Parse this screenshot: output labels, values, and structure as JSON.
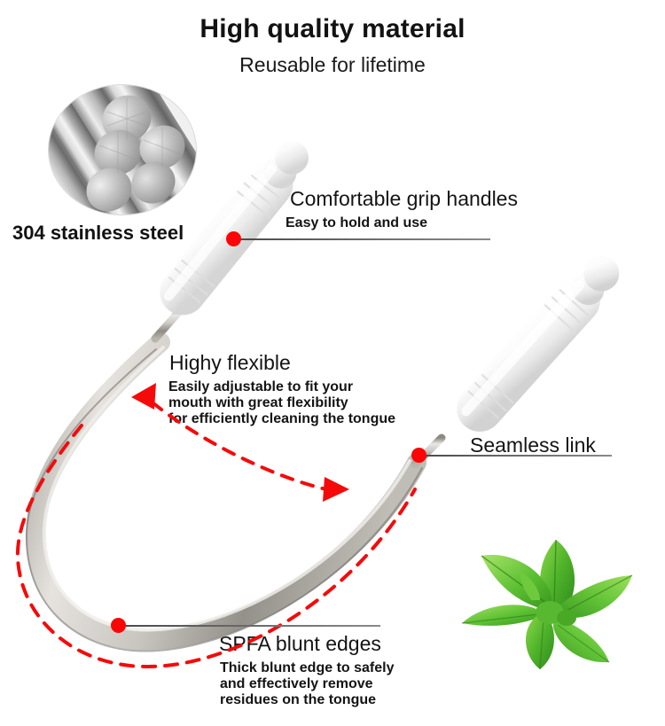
{
  "header": {
    "title": "High quality material",
    "subtitle": "Reusable for lifetime"
  },
  "material_badge": {
    "image_name": "stainless-steel-rods-photo",
    "label": "304 stainless steel"
  },
  "callouts": [
    {
      "id": "grip",
      "heading": "Comfortable grip handles",
      "description": "Easy to hold and use",
      "marker": "red-dot"
    },
    {
      "id": "flexible",
      "heading": "Highy flexible",
      "description": "Easily adjustable to fit your\nmouth with great flexibility\n for efficiently cleaning the tongue",
      "marker": "red-dashed-double-arrow"
    },
    {
      "id": "seamless",
      "heading": "Seamless link",
      "description": "",
      "marker": "red-dot"
    },
    {
      "id": "spfa",
      "heading": "SPFA blunt edges",
      "description": "Thick blunt edge to safely\nand effectively remove\nresidues on the tongue",
      "marker": "red-dot"
    }
  ],
  "product": {
    "name": "stainless-steel-tongue-scraper",
    "handle_color": "#f7f7f7",
    "steel_color": "#b9b6b0",
    "accent_color": "#fb0606"
  },
  "decor": {
    "mint_name": "mint-leaves-photo",
    "mint_color": "#4caf28"
  }
}
